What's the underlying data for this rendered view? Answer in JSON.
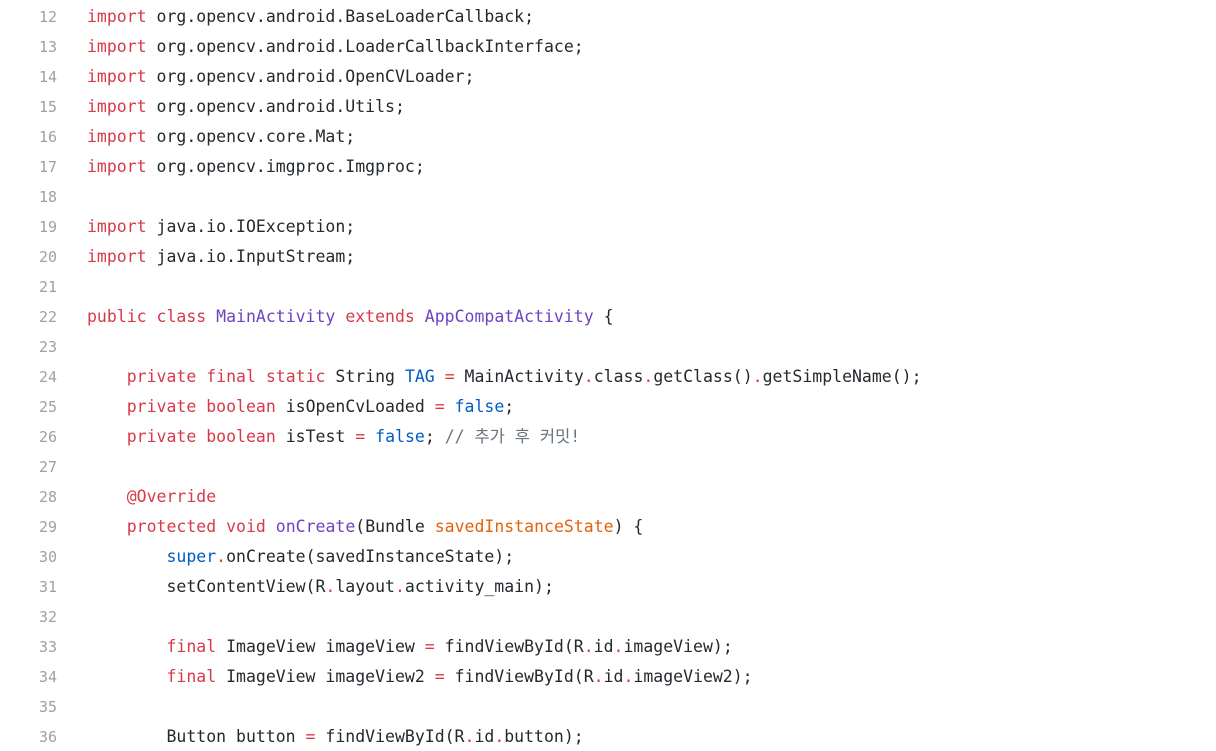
{
  "editor": {
    "lines": [
      {
        "number": "12",
        "tokens": [
          {
            "t": "import",
            "c": "kw"
          },
          {
            "t": " org.opencv.android.BaseLoaderCallback;",
            "c": "pl"
          }
        ]
      },
      {
        "number": "13",
        "tokens": [
          {
            "t": "import",
            "c": "kw"
          },
          {
            "t": " org.opencv.android.LoaderCallbackInterface;",
            "c": "pl"
          }
        ]
      },
      {
        "number": "14",
        "tokens": [
          {
            "t": "import",
            "c": "kw"
          },
          {
            "t": " org.opencv.android.OpenCVLoader;",
            "c": "pl"
          }
        ]
      },
      {
        "number": "15",
        "tokens": [
          {
            "t": "import",
            "c": "kw"
          },
          {
            "t": " org.opencv.android.Utils;",
            "c": "pl"
          }
        ]
      },
      {
        "number": "16",
        "tokens": [
          {
            "t": "import",
            "c": "kw"
          },
          {
            "t": " org.opencv.core.Mat;",
            "c": "pl"
          }
        ]
      },
      {
        "number": "17",
        "tokens": [
          {
            "t": "import",
            "c": "kw"
          },
          {
            "t": " org.opencv.imgproc.Imgproc;",
            "c": "pl"
          }
        ]
      },
      {
        "number": "18",
        "tokens": []
      },
      {
        "number": "19",
        "tokens": [
          {
            "t": "import",
            "c": "kw"
          },
          {
            "t": " java.io.IOException;",
            "c": "pl"
          }
        ]
      },
      {
        "number": "20",
        "tokens": [
          {
            "t": "import",
            "c": "kw"
          },
          {
            "t": " java.io.InputStream;",
            "c": "pl"
          }
        ]
      },
      {
        "number": "21",
        "tokens": []
      },
      {
        "number": "22",
        "tokens": [
          {
            "t": "public",
            "c": "kw"
          },
          {
            "t": " ",
            "c": "pl"
          },
          {
            "t": "class",
            "c": "kw"
          },
          {
            "t": " ",
            "c": "pl"
          },
          {
            "t": "MainActivity",
            "c": "cls"
          },
          {
            "t": " ",
            "c": "pl"
          },
          {
            "t": "extends",
            "c": "kw"
          },
          {
            "t": " ",
            "c": "pl"
          },
          {
            "t": "AppCompatActivity",
            "c": "cls"
          },
          {
            "t": " {",
            "c": "pl"
          }
        ]
      },
      {
        "number": "23",
        "tokens": []
      },
      {
        "number": "24",
        "tokens": [
          {
            "t": "    ",
            "c": "pl"
          },
          {
            "t": "private",
            "c": "kw"
          },
          {
            "t": " ",
            "c": "pl"
          },
          {
            "t": "final",
            "c": "kw"
          },
          {
            "t": " ",
            "c": "pl"
          },
          {
            "t": "static",
            "c": "kw"
          },
          {
            "t": " String ",
            "c": "pl"
          },
          {
            "t": "TAG",
            "c": "lit"
          },
          {
            "t": " ",
            "c": "pl"
          },
          {
            "t": "=",
            "c": "op"
          },
          {
            "t": " MainActivity",
            "c": "pl"
          },
          {
            "t": ".",
            "c": "op"
          },
          {
            "t": "class",
            "c": "pl"
          },
          {
            "t": ".",
            "c": "op"
          },
          {
            "t": "getClass()",
            "c": "pl"
          },
          {
            "t": ".",
            "c": "op"
          },
          {
            "t": "getSimpleName();",
            "c": "pl"
          }
        ]
      },
      {
        "number": "25",
        "tokens": [
          {
            "t": "    ",
            "c": "pl"
          },
          {
            "t": "private",
            "c": "kw"
          },
          {
            "t": " ",
            "c": "pl"
          },
          {
            "t": "boolean",
            "c": "kw"
          },
          {
            "t": " isOpenCvLoaded ",
            "c": "pl"
          },
          {
            "t": "=",
            "c": "op"
          },
          {
            "t": " ",
            "c": "pl"
          },
          {
            "t": "false",
            "c": "lit"
          },
          {
            "t": ";",
            "c": "pl"
          }
        ]
      },
      {
        "number": "26",
        "tokens": [
          {
            "t": "    ",
            "c": "pl"
          },
          {
            "t": "private",
            "c": "kw"
          },
          {
            "t": " ",
            "c": "pl"
          },
          {
            "t": "boolean",
            "c": "kw"
          },
          {
            "t": " isTest ",
            "c": "pl"
          },
          {
            "t": "=",
            "c": "op"
          },
          {
            "t": " ",
            "c": "pl"
          },
          {
            "t": "false",
            "c": "lit"
          },
          {
            "t": "; ",
            "c": "pl"
          },
          {
            "t": "// 추가 후 커밋!",
            "c": "cm"
          }
        ]
      },
      {
        "number": "27",
        "tokens": []
      },
      {
        "number": "28",
        "tokens": [
          {
            "t": "    ",
            "c": "pl"
          },
          {
            "t": "@Override",
            "c": "ann"
          }
        ]
      },
      {
        "number": "29",
        "tokens": [
          {
            "t": "    ",
            "c": "pl"
          },
          {
            "t": "protected",
            "c": "kw"
          },
          {
            "t": " ",
            "c": "pl"
          },
          {
            "t": "void",
            "c": "kw"
          },
          {
            "t": " ",
            "c": "pl"
          },
          {
            "t": "onCreate",
            "c": "fn"
          },
          {
            "t": "(Bundle ",
            "c": "pl"
          },
          {
            "t": "savedInstanceState",
            "c": "param"
          },
          {
            "t": ") {",
            "c": "pl"
          }
        ]
      },
      {
        "number": "30",
        "tokens": [
          {
            "t": "        ",
            "c": "pl"
          },
          {
            "t": "super",
            "c": "lit"
          },
          {
            "t": ".",
            "c": "op"
          },
          {
            "t": "onCreate(savedInstanceState);",
            "c": "pl"
          }
        ]
      },
      {
        "number": "31",
        "tokens": [
          {
            "t": "        setContentView(R",
            "c": "pl"
          },
          {
            "t": ".",
            "c": "op"
          },
          {
            "t": "layout",
            "c": "pl"
          },
          {
            "t": ".",
            "c": "op"
          },
          {
            "t": "activity_main);",
            "c": "pl"
          }
        ]
      },
      {
        "number": "32",
        "tokens": []
      },
      {
        "number": "33",
        "tokens": [
          {
            "t": "        ",
            "c": "pl"
          },
          {
            "t": "final",
            "c": "kw"
          },
          {
            "t": " ImageView imageView ",
            "c": "pl"
          },
          {
            "t": "=",
            "c": "op"
          },
          {
            "t": " findViewById(R",
            "c": "pl"
          },
          {
            "t": ".",
            "c": "op"
          },
          {
            "t": "id",
            "c": "pl"
          },
          {
            "t": ".",
            "c": "op"
          },
          {
            "t": "imageView);",
            "c": "pl"
          }
        ]
      },
      {
        "number": "34",
        "tokens": [
          {
            "t": "        ",
            "c": "pl"
          },
          {
            "t": "final",
            "c": "kw"
          },
          {
            "t": " ImageView imageView2 ",
            "c": "pl"
          },
          {
            "t": "=",
            "c": "op"
          },
          {
            "t": " findViewById(R",
            "c": "pl"
          },
          {
            "t": ".",
            "c": "op"
          },
          {
            "t": "id",
            "c": "pl"
          },
          {
            "t": ".",
            "c": "op"
          },
          {
            "t": "imageView2);",
            "c": "pl"
          }
        ]
      },
      {
        "number": "35",
        "tokens": []
      },
      {
        "number": "36",
        "tokens": [
          {
            "t": "        Button button ",
            "c": "pl"
          },
          {
            "t": "=",
            "c": "op"
          },
          {
            "t": " findViewById(R",
            "c": "pl"
          },
          {
            "t": ".",
            "c": "op"
          },
          {
            "t": "id",
            "c": "pl"
          },
          {
            "t": ".",
            "c": "op"
          },
          {
            "t": "button);",
            "c": "pl"
          }
        ]
      }
    ]
  }
}
